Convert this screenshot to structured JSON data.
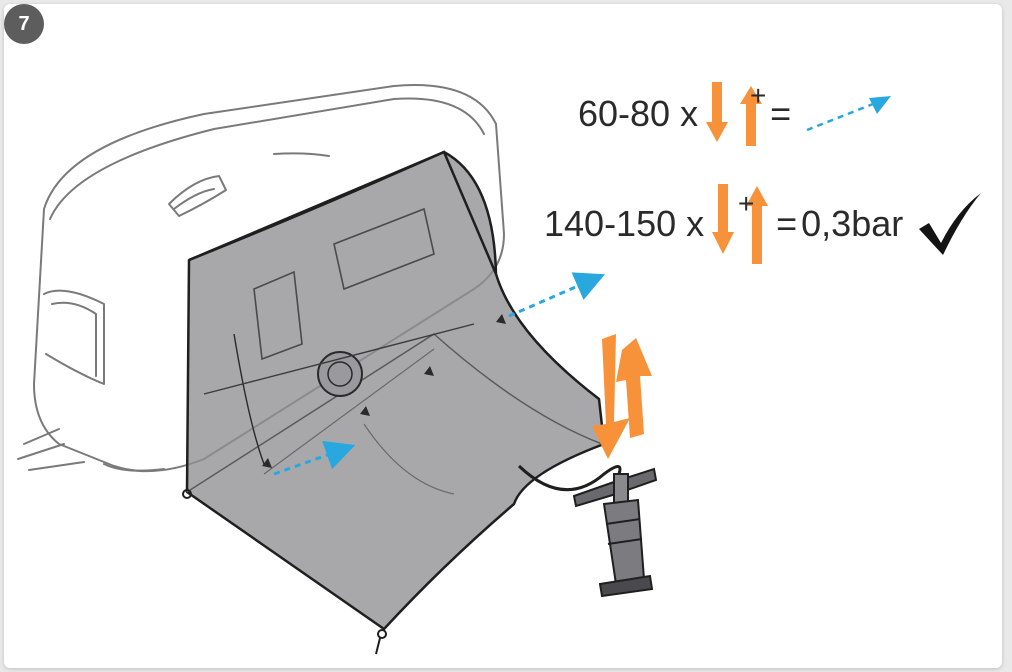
{
  "step": {
    "number": "7"
  },
  "instructions": [
    {
      "count": "60-80 x",
      "plus": "+",
      "equals": "=",
      "result": "",
      "result_icon": "dashed-air-arrow"
    },
    {
      "count": "140-150 x",
      "plus": "+",
      "equals": "=",
      "result": "0,3bar",
      "result_icon": "checkmark"
    }
  ],
  "colors": {
    "pump_arrow": "#f7913a",
    "air_arrow": "#29a8e0",
    "awning_fill": "#8f8f93",
    "badge": "#5d5d5d",
    "text": "#2a2a2a"
  },
  "icons": [
    "pump-stroke-arrows-icon",
    "air-flow-arrow-icon",
    "checkmark-icon",
    "air-pump-icon",
    "caravan-icon",
    "awning-icon"
  ]
}
